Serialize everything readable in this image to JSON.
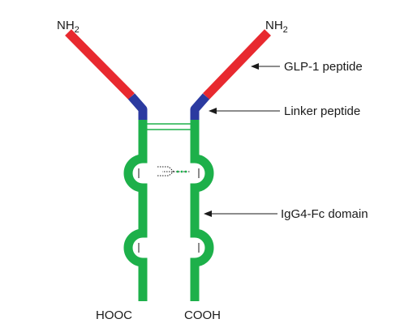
{
  "terminals": {
    "left_n": {
      "main": "NH",
      "sub": "2"
    },
    "right_n": {
      "main": "NH",
      "sub": "2"
    },
    "left_c": "HOOC",
    "right_c": "COOH"
  },
  "callouts": {
    "glp1": "GLP-1 peptide",
    "linker": "Linker peptide",
    "fc": "IgG4-Fc domain"
  },
  "colors": {
    "glp1": "#e8292f",
    "linker": "#2b3aa0",
    "fc": "#1db04a",
    "text": "#1a1a1a"
  }
}
